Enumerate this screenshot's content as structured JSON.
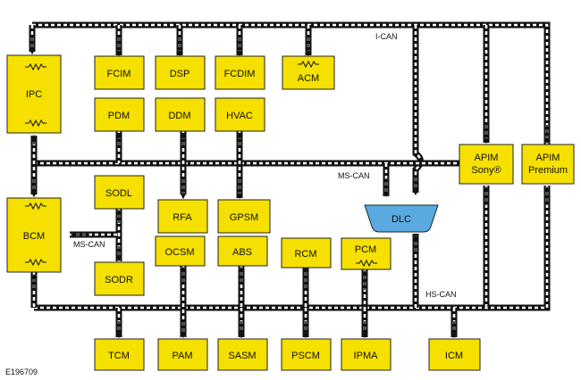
{
  "figure_id": "E196709",
  "buses": {
    "ican": "I-CAN",
    "mscan": "MS-CAN",
    "mscan_local": "MS-CAN",
    "hscan": "HS-CAN"
  },
  "modules": {
    "ipc": "IPC",
    "bcm": "BCM",
    "fcim": "FCIM",
    "dsp": "DSP",
    "fcdim": "FCDIM",
    "acm": "ACM",
    "pdm": "PDM",
    "ddm": "DDM",
    "hvac": "HVAC",
    "sodl": "SODL",
    "sodr": "SODR",
    "rfa": "RFA",
    "gpsm": "GPSM",
    "ocsm": "OCSM",
    "abs": "ABS",
    "rcm": "RCM",
    "pcm": "PCM",
    "tcm": "TCM",
    "pam": "PAM",
    "sasm": "SASM",
    "pscm": "PSCM",
    "ipma": "IPMA",
    "icm": "ICM",
    "apim_sony": [
      "APIM",
      "Sony®"
    ],
    "apim_premium": [
      "APIM",
      "Premium"
    ],
    "dlc": "DLC"
  },
  "colors": {
    "module_fill": "#f5e000",
    "dlc_fill": "#5aa9e0",
    "bus": "#111111"
  }
}
